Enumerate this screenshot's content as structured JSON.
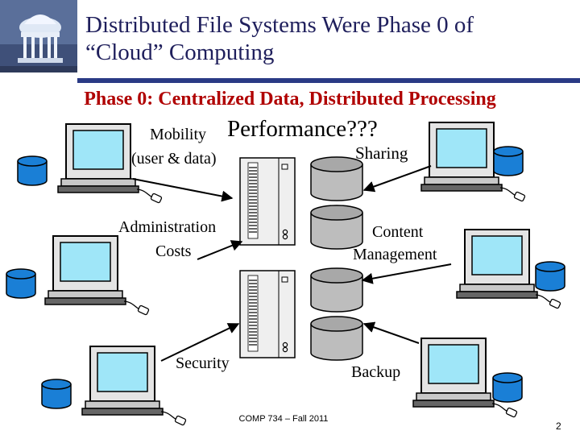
{
  "slide": {
    "title_line1": "Distributed File Systems Were Phase 0 of",
    "title_line2": "“Cloud” Computing",
    "subtitle": "Phase 0: Centralized Data, Distributed Processing",
    "footer": "COMP 734 – Fall 2011",
    "page_number": "2"
  },
  "labels": {
    "mobility": "Mobility",
    "performance": "Performance???",
    "user_data": "(user & data)",
    "sharing": "Sharing",
    "administration": "Administration",
    "costs": "Costs",
    "content": "Content",
    "management": "Management",
    "security": "Security",
    "backup": "Backup"
  },
  "colors": {
    "title_text": "#1f1f5c",
    "accent_rule": "#2a3a85",
    "subtitle_text": "#b00000",
    "screen": "#9fe6f8",
    "database": "#1a7fd6",
    "storage": "#bdbdbd"
  },
  "icons": [
    "old-well-logo",
    "desktop-computer-icon",
    "database-icon",
    "server-tower-icon",
    "storage-disk-icon"
  ]
}
